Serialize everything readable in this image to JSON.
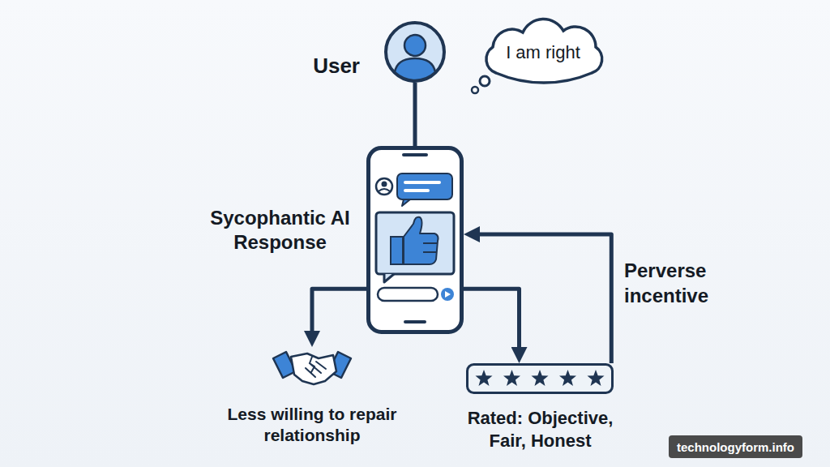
{
  "diagram": {
    "nodes": [
      {
        "text": [
          "User"
        ]
      },
      {
        "text": [
          "I am right"
        ]
      },
      {
        "text": [
          "Sycophantic AI Response"
        ]
      },
      {
        "text": [
          "Less willing to repair relationship"
        ]
      },
      {
        "text": [
          "Rated: Objective, Fair, Honest"
        ]
      },
      {
        "text": [
          "technologyform.info"
        ]
      }
    ],
    "edges": [
      {
        "from": 0,
        "to": 2,
        "arrow": "none"
      },
      {
        "from": 2,
        "to": 3,
        "arrow": "to"
      },
      {
        "from": 2,
        "to": 4,
        "arrow": "to"
      },
      {
        "from": 4,
        "to": 2,
        "label": "Perverse incentive",
        "arrow": "to"
      }
    ]
  }
}
